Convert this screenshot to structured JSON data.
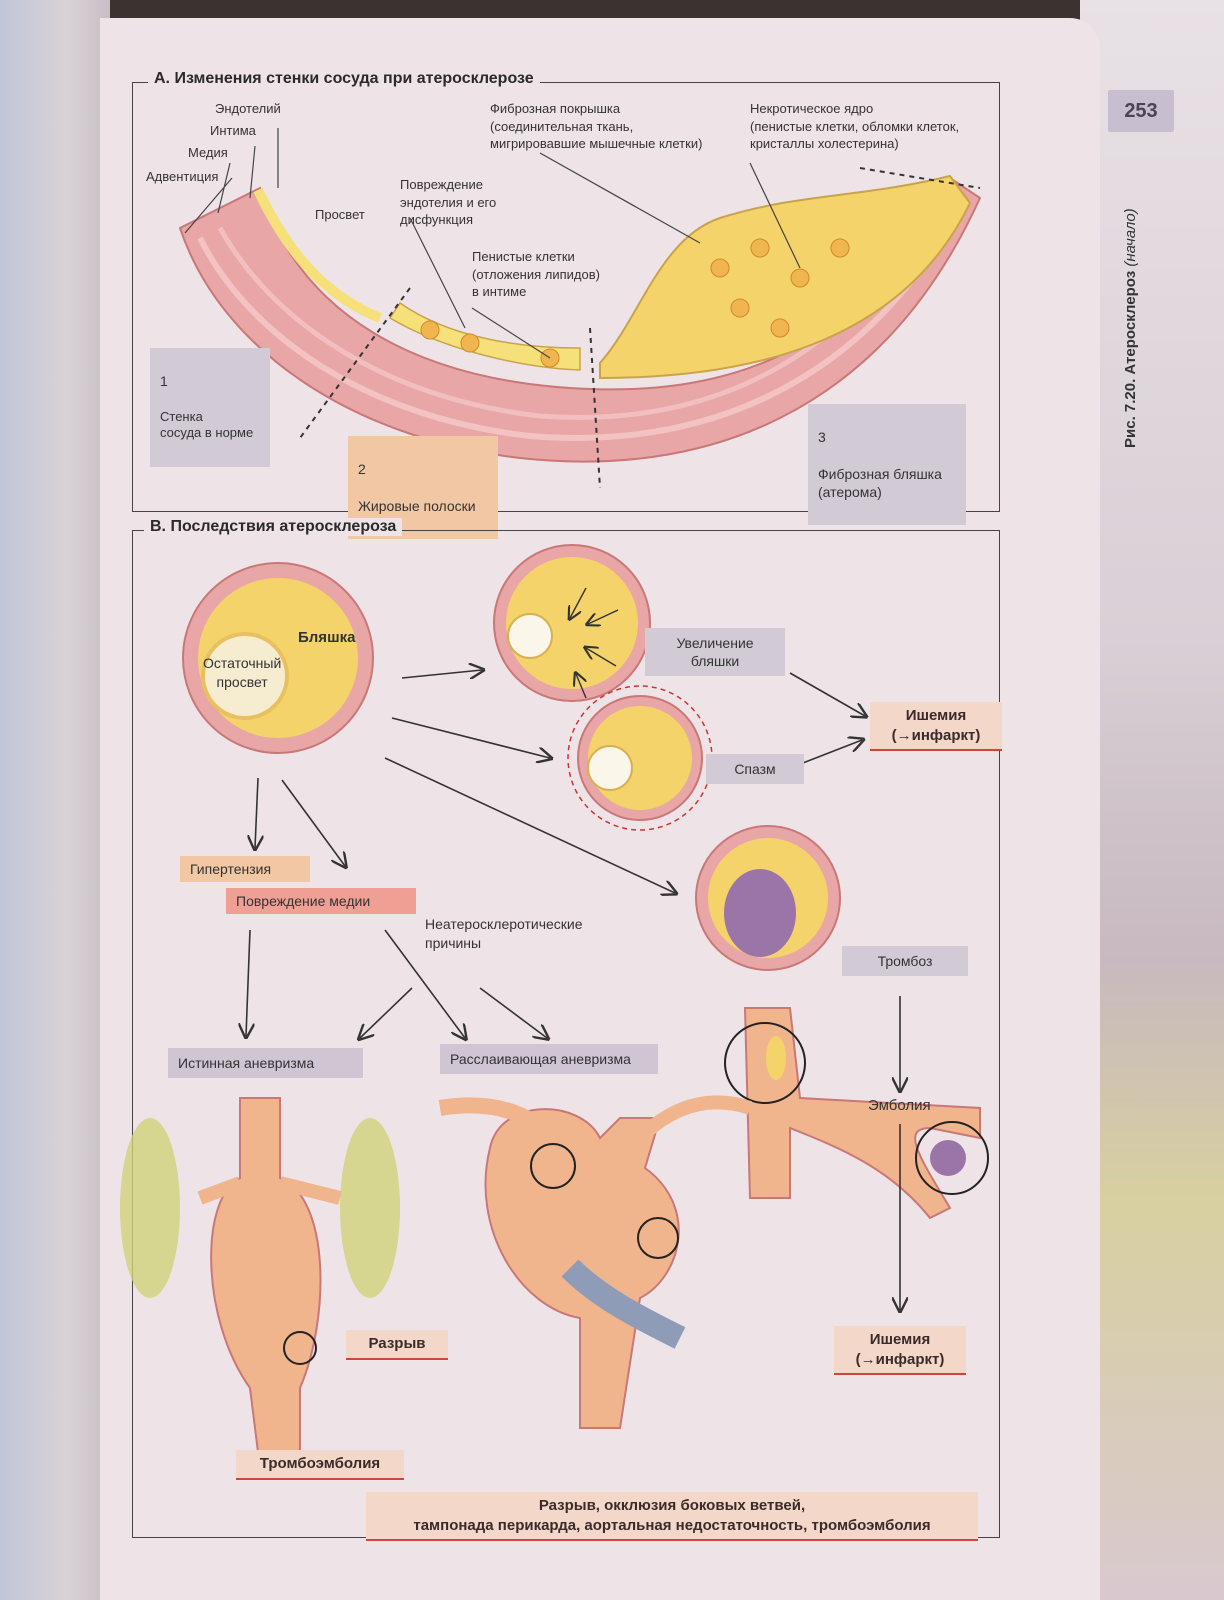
{
  "page_number": "253",
  "figure_caption": {
    "number": "Рис. 7.20.",
    "title": "Атеросклероз",
    "suffix": "(начало)"
  },
  "section_a": {
    "title": "A. Изменения стенки сосуда при атеросклерозе",
    "labels": {
      "adventitia": "Адвентиция",
      "media": "Медия",
      "intima": "Интима",
      "endothelium": "Эндотелий",
      "lumen": "Просвет",
      "endothelial_damage": "Повреждение\nэндотелия и его\nдисфункция",
      "foam_cells": "Пенистые клетки\n(отложения липидов)\nв интиме",
      "fibrous_cap": "Фиброзная покрышка\n(соединительная ткань,\nмигрировавшие мышечные клетки)",
      "necrotic_core": "Некротическое ядро\n(пенистые клетки, обломки клеток,\nкристаллы холестерина)"
    },
    "stages": [
      {
        "num": "1",
        "text": "Стенка\nсосуда в норме"
      },
      {
        "num": "2",
        "text": "Жировые полоски"
      },
      {
        "num": "3",
        "text": "Фиброзная бляшка\n(атерома)"
      }
    ]
  },
  "section_b": {
    "title": "B. Последствия атеросклероза",
    "plaque": "Бляшка",
    "residual_lumen": "Остаточный\nпросвет",
    "plaque_growth": "Увеличение\nбляшки",
    "spasm": "Спазм",
    "ischemia_top": "Ишемия\n(→инфаркт)",
    "thrombosis": "Тромбоз",
    "embolism": "Эмболия",
    "ischemia_bottom": "Ишемия\n(→инфаркт)",
    "hypertension": "Гипертензия",
    "media_damage": "Повреждение медии",
    "non_athero": "Неатеросклеротические\nпричины",
    "true_aneurysm": "Истинная аневризма",
    "dissecting_aneurysm": "Расслаивающая аневризма",
    "rupture": "Разрыв",
    "thromboembolism": "Тромбоэмболия",
    "complications": "Разрыв, окклюзия боковых ветвей,\nтампонада перикарда, аортальная недостаточность, тромбоэмболия"
  },
  "colors": {
    "wall_pink": "#e9a6a6",
    "intima_yellow": "#f5e07a",
    "plaque_yellow": "#f4d36a",
    "thrombus_purple": "#9b74a8",
    "accent_red": "#d0443b"
  }
}
